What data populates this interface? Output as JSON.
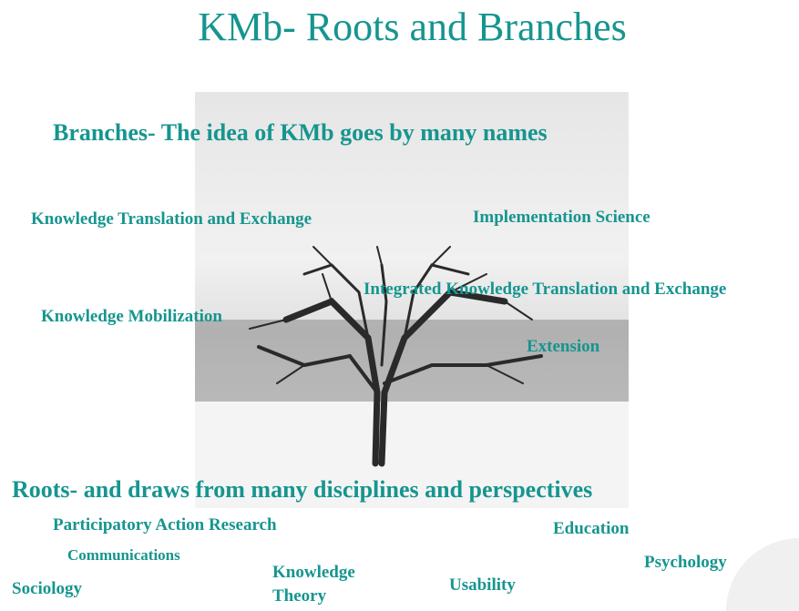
{
  "title": "KMb- Roots and Branches",
  "branches": {
    "heading": "Branches- The idea of KMb goes by many names",
    "items": [
      "Knowledge Translation and Exchange",
      "Implementation Science",
      "Integrated Knowledge Translation and Exchange",
      "Knowledge Mobilization",
      "Extension"
    ]
  },
  "roots": {
    "heading": "Roots- and draws from many disciplines and perspectives",
    "items": [
      "Participatory Action Research",
      "Education",
      "Communications",
      "Psychology",
      "Knowledge",
      "Theory",
      "Sociology",
      "Usability"
    ]
  },
  "colors": {
    "text": "#16958f"
  }
}
